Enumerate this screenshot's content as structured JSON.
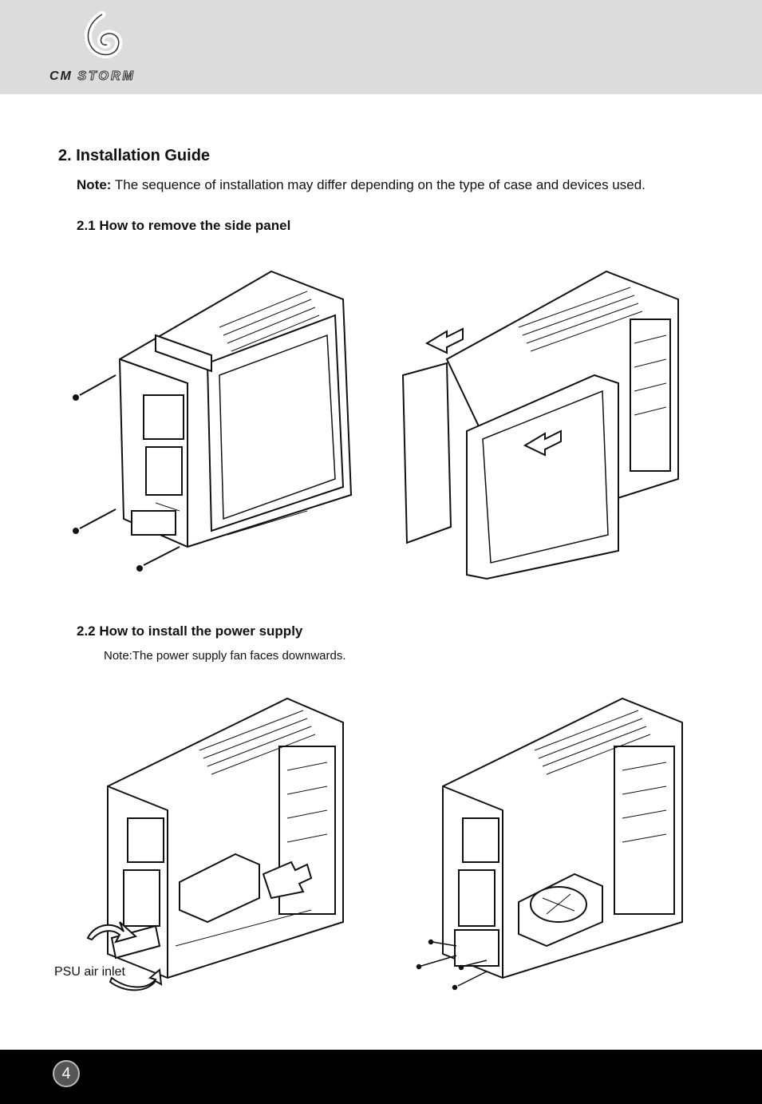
{
  "header": {
    "logo_icon": "cm-storm-swirl-icon",
    "logo_text_cm": "CM",
    "logo_text_storm": "STORM"
  },
  "section": {
    "title": "2. Installation Guide",
    "note_label": "Note:",
    "note_text": " The sequence of installation may differ depending on the type of case and devices used."
  },
  "sub1": {
    "title": "2.1 How to remove the side panel"
  },
  "sub2": {
    "title": "2.2 How to install the power supply",
    "note": "Note:The power supply fan faces downwards."
  },
  "figures": {
    "psu_label": "PSU air inlet"
  },
  "footer": {
    "page_number": "4"
  }
}
